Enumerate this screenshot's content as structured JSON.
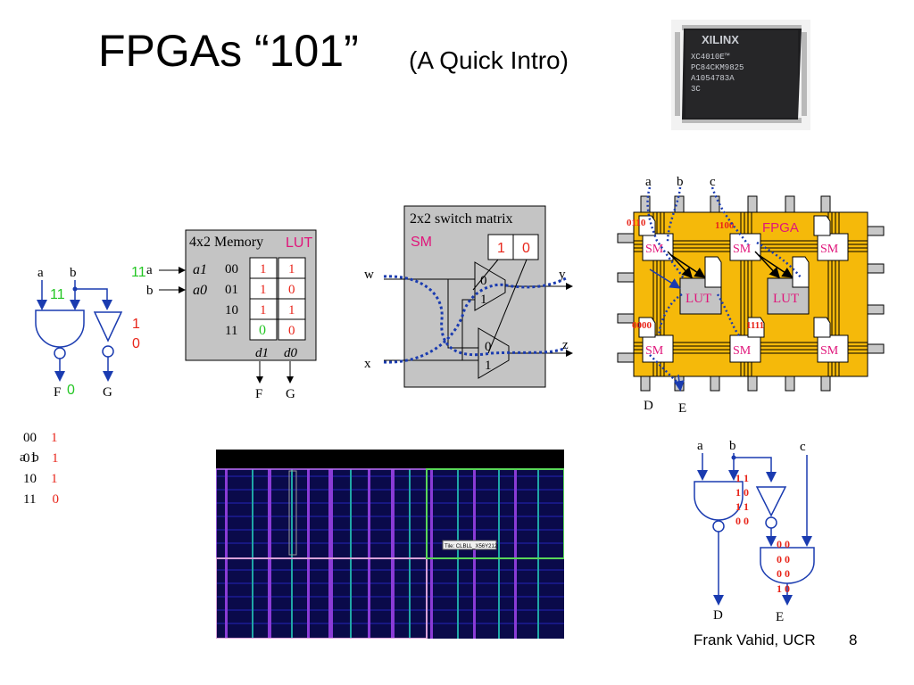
{
  "slide": {
    "title": "FPGAs “101”",
    "subtitle": "(A Quick Intro)",
    "footer": "Frank Vahid, UCR",
    "page_number": "8"
  },
  "chip_photo": {
    "brand": "XILINX",
    "lines": [
      "XC4010E™",
      "PC84CKM9825",
      "A1054783A",
      "3C"
    ]
  },
  "logic_left": {
    "inputs": [
      "a",
      "b"
    ],
    "input_value": "11",
    "outputs": [
      "F",
      "G"
    ],
    "f_value": "0",
    "g_values": [
      "1",
      "0"
    ],
    "truth_header": "a  b",
    "truth_rows": [
      {
        "in": "00",
        "out": "1"
      },
      {
        "in": "01",
        "out": "1"
      },
      {
        "in": "10",
        "out": "1"
      },
      {
        "in": "11",
        "out": "0"
      }
    ]
  },
  "memory": {
    "title": "4x2 Memory",
    "lut_label": "LUT",
    "input_value": "11",
    "inputs": [
      "a",
      "b"
    ],
    "addr_labels": [
      "a1",
      "a0"
    ],
    "rows": [
      {
        "addr": "00",
        "d1": "1",
        "d0": "1"
      },
      {
        "addr": "01",
        "d1": "1",
        "d0": "0"
      },
      {
        "addr": "10",
        "d1": "1",
        "d0": "1"
      },
      {
        "addr": "11",
        "d1": "0",
        "d0": "0"
      }
    ],
    "data_labels": [
      "d1",
      "d0"
    ],
    "outputs": [
      "F",
      "G"
    ]
  },
  "switch_matrix": {
    "title": "2x2 switch matrix",
    "sm_label": "SM",
    "config_bits": [
      "1",
      "0"
    ],
    "inputs": [
      "w",
      "x"
    ],
    "outputs": [
      "y",
      "z"
    ],
    "mux_labels": [
      "0",
      "1"
    ]
  },
  "fpga": {
    "label": "FPGA",
    "inputs": [
      "a",
      "b",
      "c"
    ],
    "outputs": [
      "D",
      "E"
    ],
    "sm_label": "SM",
    "lut_label": "LUT",
    "config_values": [
      "0110",
      "1100",
      "0000",
      "1111"
    ]
  },
  "logic_right": {
    "inputs": [
      "a",
      "b",
      "c"
    ],
    "outputs": [
      "D",
      "E"
    ],
    "nand_table": [
      "1 1",
      "1 0",
      "1 1",
      "0 0"
    ],
    "nand_out": "0 0",
    "or_table": [
      "0 0",
      "0 0",
      "1 0"
    ]
  },
  "layout_screenshot": {
    "tile_label": "Tile: CLBLL_X56Y212"
  }
}
